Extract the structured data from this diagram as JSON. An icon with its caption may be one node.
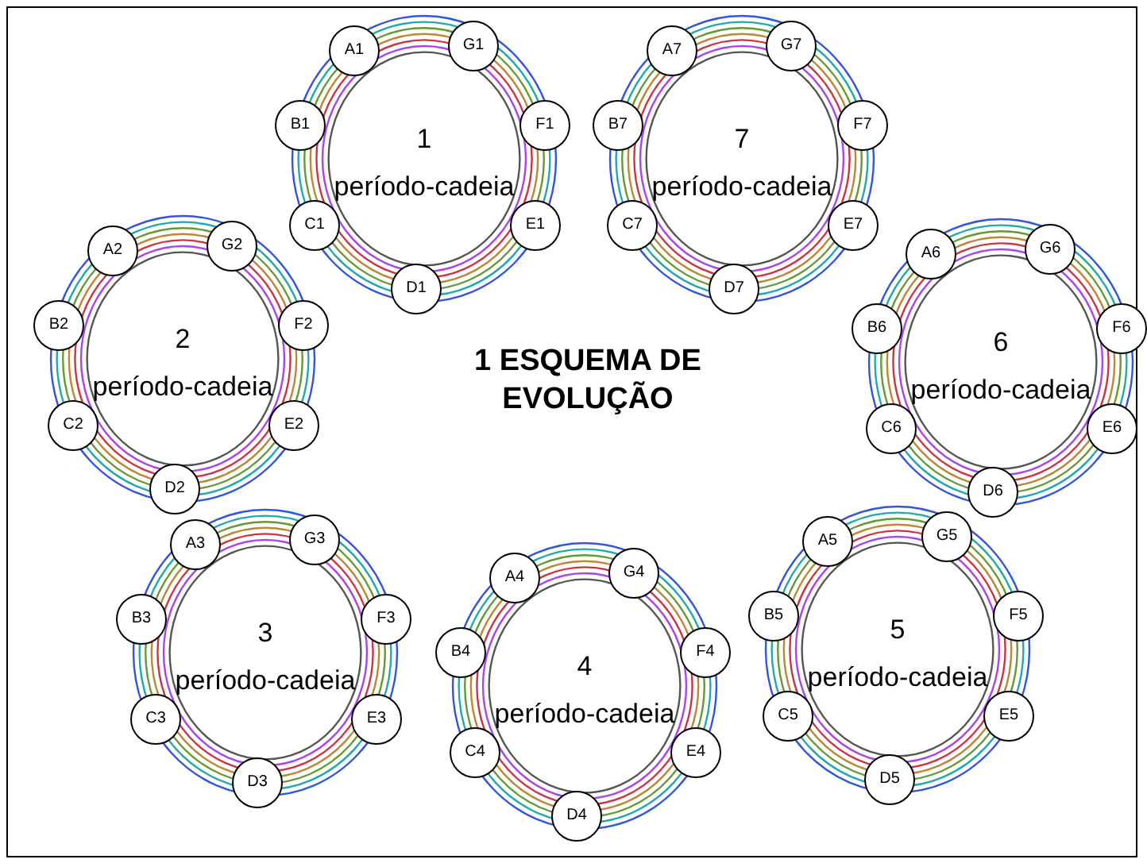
{
  "diagram": {
    "title": "1 ESQUEMA DE EVOLUÇÃO",
    "nodes": [
      {
        "text": [
          "1",
          "período-cadeia"
        ]
      },
      {
        "text": [
          "A1"
        ],
        "in": 0
      },
      {
        "text": [
          "B1"
        ],
        "in": 0
      },
      {
        "text": [
          "C1"
        ],
        "in": 0
      },
      {
        "text": [
          "D1"
        ],
        "in": 0
      },
      {
        "text": [
          "E1"
        ],
        "in": 0
      },
      {
        "text": [
          "F1"
        ],
        "in": 0
      },
      {
        "text": [
          "G1"
        ],
        "in": 0
      },
      {
        "text": [
          "7",
          "período-cadeia"
        ]
      },
      {
        "text": [
          "A7"
        ],
        "in": 8
      },
      {
        "text": [
          "B7"
        ],
        "in": 8
      },
      {
        "text": [
          "C7"
        ],
        "in": 8
      },
      {
        "text": [
          "D7"
        ],
        "in": 8
      },
      {
        "text": [
          "E7"
        ],
        "in": 8
      },
      {
        "text": [
          "F7"
        ],
        "in": 8
      },
      {
        "text": [
          "G7"
        ],
        "in": 8
      },
      {
        "text": [
          "2",
          "período-cadeia"
        ]
      },
      {
        "text": [
          "A2"
        ],
        "in": 16
      },
      {
        "text": [
          "B2"
        ],
        "in": 16
      },
      {
        "text": [
          "C2"
        ],
        "in": 16
      },
      {
        "text": [
          "D2"
        ],
        "in": 16
      },
      {
        "text": [
          "E2"
        ],
        "in": 16
      },
      {
        "text": [
          "F2"
        ],
        "in": 16
      },
      {
        "text": [
          "G2"
        ],
        "in": 16
      },
      {
        "text": [
          "6",
          "período-cadeia"
        ]
      },
      {
        "text": [
          "A6"
        ],
        "in": 24
      },
      {
        "text": [
          "B6"
        ],
        "in": 24
      },
      {
        "text": [
          "C6"
        ],
        "in": 24
      },
      {
        "text": [
          "D6"
        ],
        "in": 24
      },
      {
        "text": [
          "E6"
        ],
        "in": 24
      },
      {
        "text": [
          "F6"
        ],
        "in": 24
      },
      {
        "text": [
          "G6"
        ],
        "in": 24
      },
      {
        "text": [
          "3",
          "período-cadeia"
        ]
      },
      {
        "text": [
          "A3"
        ],
        "in": 32
      },
      {
        "text": [
          "B3"
        ],
        "in": 32
      },
      {
        "text": [
          "C3"
        ],
        "in": 32
      },
      {
        "text": [
          "D3"
        ],
        "in": 32
      },
      {
        "text": [
          "E3"
        ],
        "in": 32
      },
      {
        "text": [
          "F3"
        ],
        "in": 32
      },
      {
        "text": [
          "G3"
        ],
        "in": 32
      },
      {
        "text": [
          "4",
          "período-cadeia"
        ]
      },
      {
        "text": [
          "A4"
        ],
        "in": 40
      },
      {
        "text": [
          "B4"
        ],
        "in": 40
      },
      {
        "text": [
          "C4"
        ],
        "in": 40
      },
      {
        "text": [
          "D4"
        ],
        "in": 40
      },
      {
        "text": [
          "E4"
        ],
        "in": 40
      },
      {
        "text": [
          "F4"
        ],
        "in": 40
      },
      {
        "text": [
          "G4"
        ],
        "in": 40
      },
      {
        "text": [
          "5",
          "período-cadeia"
        ]
      },
      {
        "text": [
          "A5"
        ],
        "in": 48
      },
      {
        "text": [
          "B5"
        ],
        "in": 48
      },
      {
        "text": [
          "C5"
        ],
        "in": 48
      },
      {
        "text": [
          "D5"
        ],
        "in": 48
      },
      {
        "text": [
          "E5"
        ],
        "in": 48
      },
      {
        "text": [
          "F5"
        ],
        "in": 48
      },
      {
        "text": [
          "G5"
        ],
        "in": 48
      }
    ]
  }
}
